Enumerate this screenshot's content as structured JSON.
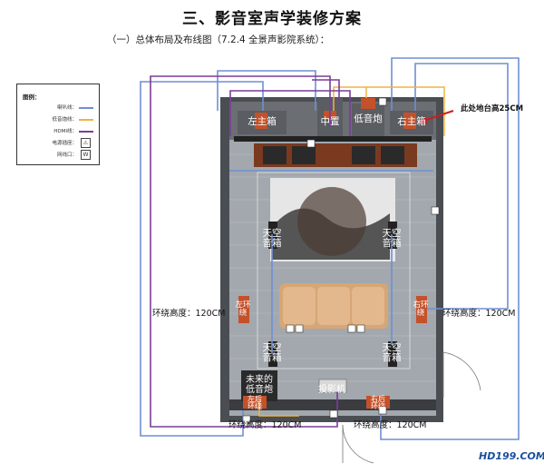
{
  "page": {
    "title": "三、影音室声学装修方案",
    "subtitle": "（一）总体布局及布线图（7.2.4 全景声影院系统）："
  },
  "legend": {
    "title": "图例：",
    "items": [
      {
        "label": "喇叭线：",
        "kind": "line",
        "color": "#6f8fd4"
      },
      {
        "label": "低音炮线：",
        "kind": "line",
        "color": "#f0b343"
      },
      {
        "label": "HDMI线：",
        "kind": "line",
        "color": "#7a3d98"
      },
      {
        "label": "电源插座：",
        "kind": "icon",
        "symbol": "⚠"
      },
      {
        "label": "网线口：",
        "kind": "icon",
        "symbol": "W"
      }
    ]
  },
  "plan": {
    "speakers": {
      "left_main": "左主箱",
      "center": "中置",
      "subwoofer": "低音炮",
      "right_main": "右主箱",
      "ceiling_front_left": "天空\n音箱",
      "ceiling_front_right": "天空\n音箱",
      "surround_left": "左环\n绕",
      "surround_right": "右环\n绕",
      "ceiling_rear_left": "天空\n音箱",
      "ceiling_rear_right": "天空\n音箱",
      "future_sub": "未来的\n低音炮",
      "rear_left": "左后\n环绕",
      "rear_right": "右后\n环绕"
    },
    "projector": "投影机",
    "platform_note": "此处地台高25CM",
    "surround_height_left": "环绕高度：120CM",
    "surround_height_right": "环绕高度：120CM",
    "rear_height_left": "环绕高度：120CM",
    "rear_height_right": "环绕高度：120CM"
  },
  "colors": {
    "speaker_wire": "#6f8fd4",
    "sub_wire": "#f0b343",
    "hdmi_wire": "#7a3d98",
    "speaker_box": "#c4512a",
    "floor": "#9ea4aa",
    "wall": "#4a4d52"
  },
  "watermark": "HD199.COM"
}
